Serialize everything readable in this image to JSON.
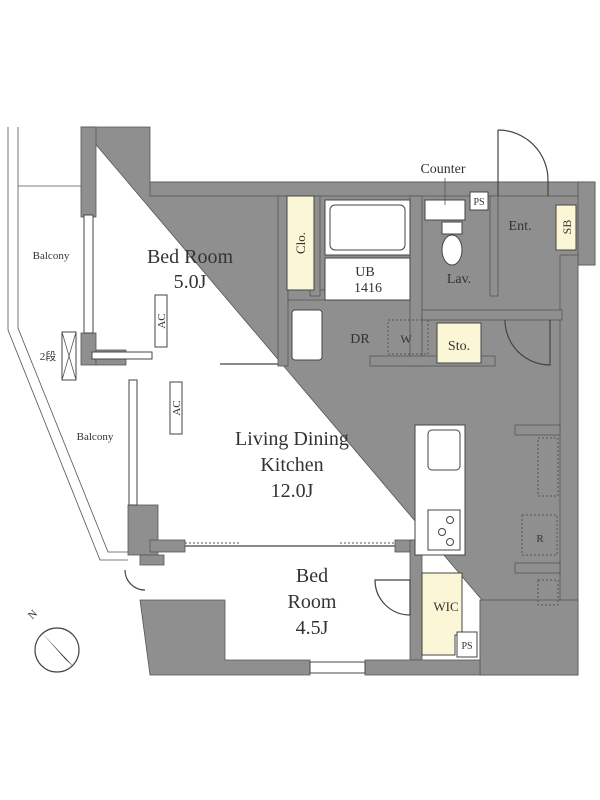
{
  "floor_plan": {
    "rooms": {
      "bedroom1": {
        "name": "Bed Room",
        "size": "5.0J"
      },
      "ldk": {
        "line1": "Living Dining",
        "line2": "Kitchen",
        "size": "12.0J"
      },
      "bedroom2": {
        "line1": "Bed",
        "line2": "Room",
        "size": "4.5J"
      }
    },
    "labels": {
      "balcony_top": "Balcony",
      "balcony_bottom": "Balcony",
      "step": "2段",
      "ac1": "AC",
      "ac2": "AC",
      "closet": "Clo.",
      "unit_bath": "UB",
      "unit_bath_size": "1416",
      "counter": "Counter",
      "ps_top": "PS",
      "ps_bottom": "PS",
      "lavatory": "Lav.",
      "entrance": "Ent.",
      "shoe_box": "SB",
      "dressing_room": "DR",
      "washer": "W",
      "storage": "Sto.",
      "refrigerator": "R",
      "walk_in_closet": "WIC",
      "north": "N"
    },
    "colors": {
      "wall": "#8f8f8f",
      "storage_fill": "#fbf6d6"
    }
  }
}
